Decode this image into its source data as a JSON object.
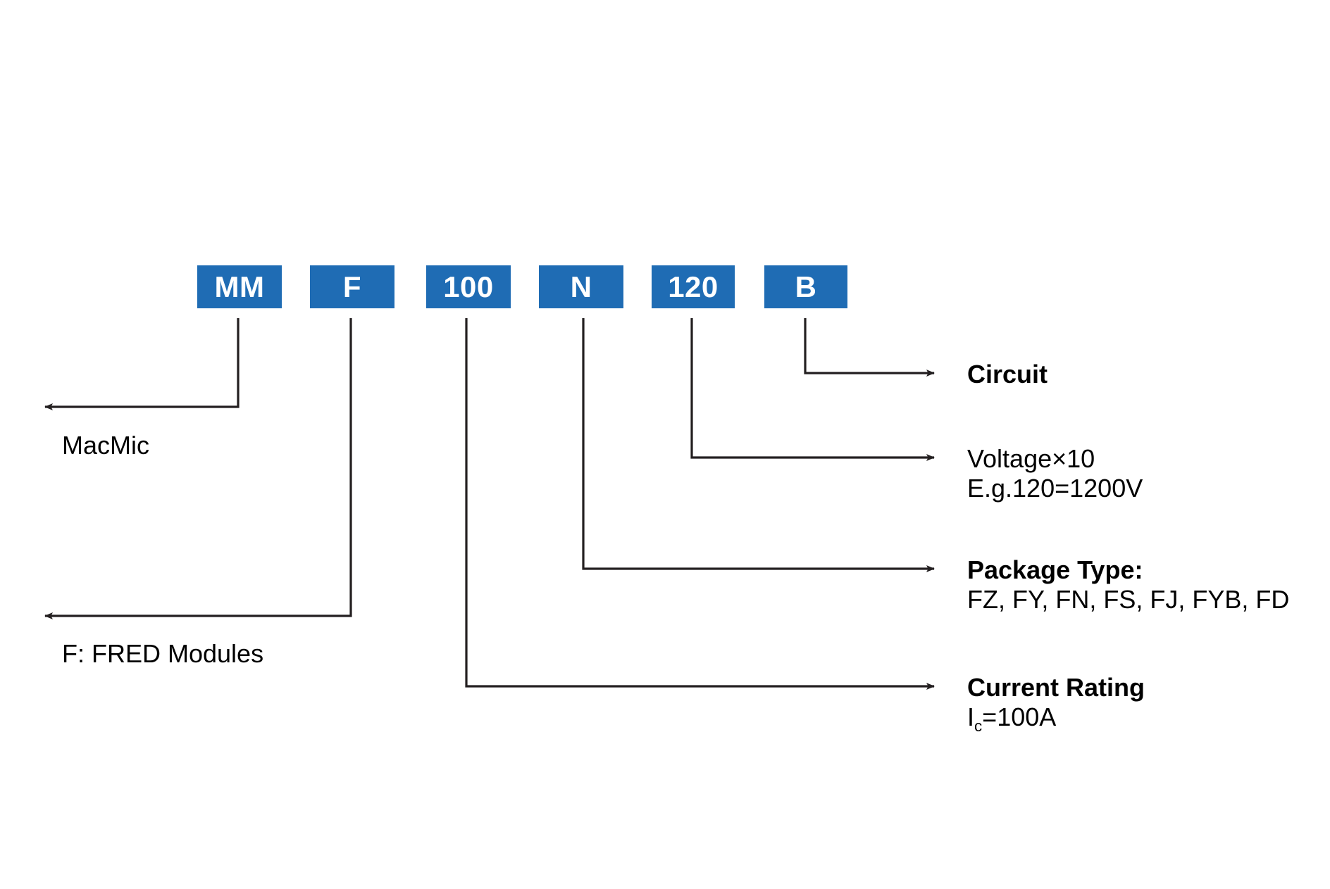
{
  "diagram": {
    "type": "part-number-nomenclature",
    "part_number": "MMF100N120B",
    "colors": {
      "box_fill": "#1f6cb4",
      "box_text": "#ffffff",
      "line": "#231f20",
      "background": "#ffffff"
    },
    "segments": [
      {
        "id": "seg-mm",
        "code": "MM"
      },
      {
        "id": "seg-f",
        "code": "F"
      },
      {
        "id": "seg-100",
        "code": "100"
      },
      {
        "id": "seg-n",
        "code": "N"
      },
      {
        "id": "seg-120",
        "code": "120"
      },
      {
        "id": "seg-b",
        "code": "B"
      }
    ],
    "left_callouts": [
      {
        "id": "callout-macmic",
        "label": "MacMic"
      },
      {
        "id": "callout-fred",
        "label": "F: FRED Modules"
      }
    ],
    "right_callouts": [
      {
        "id": "callout-circuit",
        "title": "Circuit",
        "detail": "",
        "bold_title": true
      },
      {
        "id": "callout-voltage",
        "line1": "Voltage×10",
        "line2": "E.g.120=1200V",
        "bold_title": false
      },
      {
        "id": "callout-package",
        "title": "Package Type:",
        "detail": "FZ, FY, FN, FS, FJ, FYB, FD",
        "bold_title": true
      },
      {
        "id": "callout-current",
        "title": "Current Rating",
        "detail_prefix": "I",
        "detail_sub": "c",
        "detail_suffix": "=100A",
        "bold_title": true
      }
    ]
  }
}
